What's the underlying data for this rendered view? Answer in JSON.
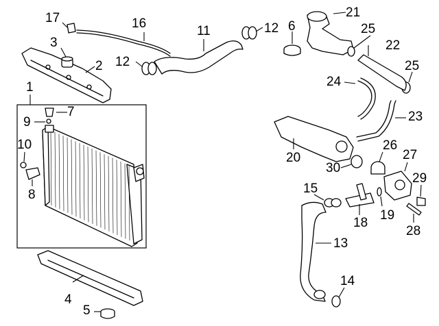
{
  "diagram": {
    "callouts": [
      "1",
      "2",
      "3",
      "4",
      "5",
      "6",
      "7",
      "8",
      "9",
      "10",
      "11",
      "12",
      "12",
      "13",
      "14",
      "15",
      "16",
      "17",
      "18",
      "19",
      "20",
      "21",
      "22",
      "23",
      "24",
      "25",
      "25",
      "26",
      "27",
      "28",
      "29",
      "30"
    ]
  }
}
